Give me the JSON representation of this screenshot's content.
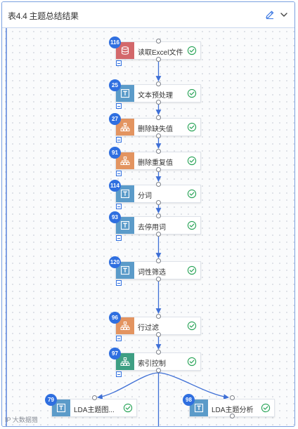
{
  "panel": {
    "title": "表4.4 主题总结结果",
    "edit_icon": "pencil-icon",
    "toggle_icon": "chevron-down-icon"
  },
  "colors": {
    "accent": "#2f6fe0",
    "edge": "#3e6fd6",
    "status_ok": "#27a356",
    "source": "#d3686b",
    "text_op": "#5b9bc9",
    "table_op": "#e39460",
    "index_op": "#3e9f83"
  },
  "nodes": [
    {
      "id": "116",
      "label": "读取Excel文件",
      "icon": "database-icon",
      "color": "#d3686b",
      "status": "check-icon"
    },
    {
      "id": "25",
      "label": "文本预处理",
      "icon": "text-icon",
      "color": "#5b9bc9",
      "status": "check-icon"
    },
    {
      "id": "27",
      "label": "删除缺失值",
      "icon": "hierarchy-icon",
      "color": "#e39460",
      "status": "check-icon"
    },
    {
      "id": "91",
      "label": "删除重复值",
      "icon": "hierarchy-icon",
      "color": "#e39460",
      "status": "check-icon"
    },
    {
      "id": "114",
      "label": "分词",
      "icon": "text-icon",
      "color": "#5b9bc9",
      "status": "check-icon"
    },
    {
      "id": "93",
      "label": "去停用词",
      "icon": "text-icon",
      "color": "#5b9bc9",
      "status": "check-icon"
    },
    {
      "id": "120",
      "label": "词性筛选",
      "icon": "text-icon",
      "color": "#5b9bc9",
      "status": "check-icon"
    },
    {
      "id": "96",
      "label": "行过滤",
      "icon": "hierarchy-icon",
      "color": "#e39460",
      "status": "check-icon"
    },
    {
      "id": "97",
      "label": "索引控制",
      "icon": "hierarchy-icon",
      "color": "#3e9f83",
      "status": "check-icon"
    },
    {
      "id": "79",
      "label": "LDA主题图...",
      "icon": "text-icon",
      "color": "#5b9bc9",
      "status": "check-icon"
    },
    {
      "id": "98",
      "label": "LDA主题分析",
      "icon": "text-icon",
      "color": "#5b9bc9",
      "status": "check-icon"
    }
  ],
  "watermark": "IP 大数据猎"
}
